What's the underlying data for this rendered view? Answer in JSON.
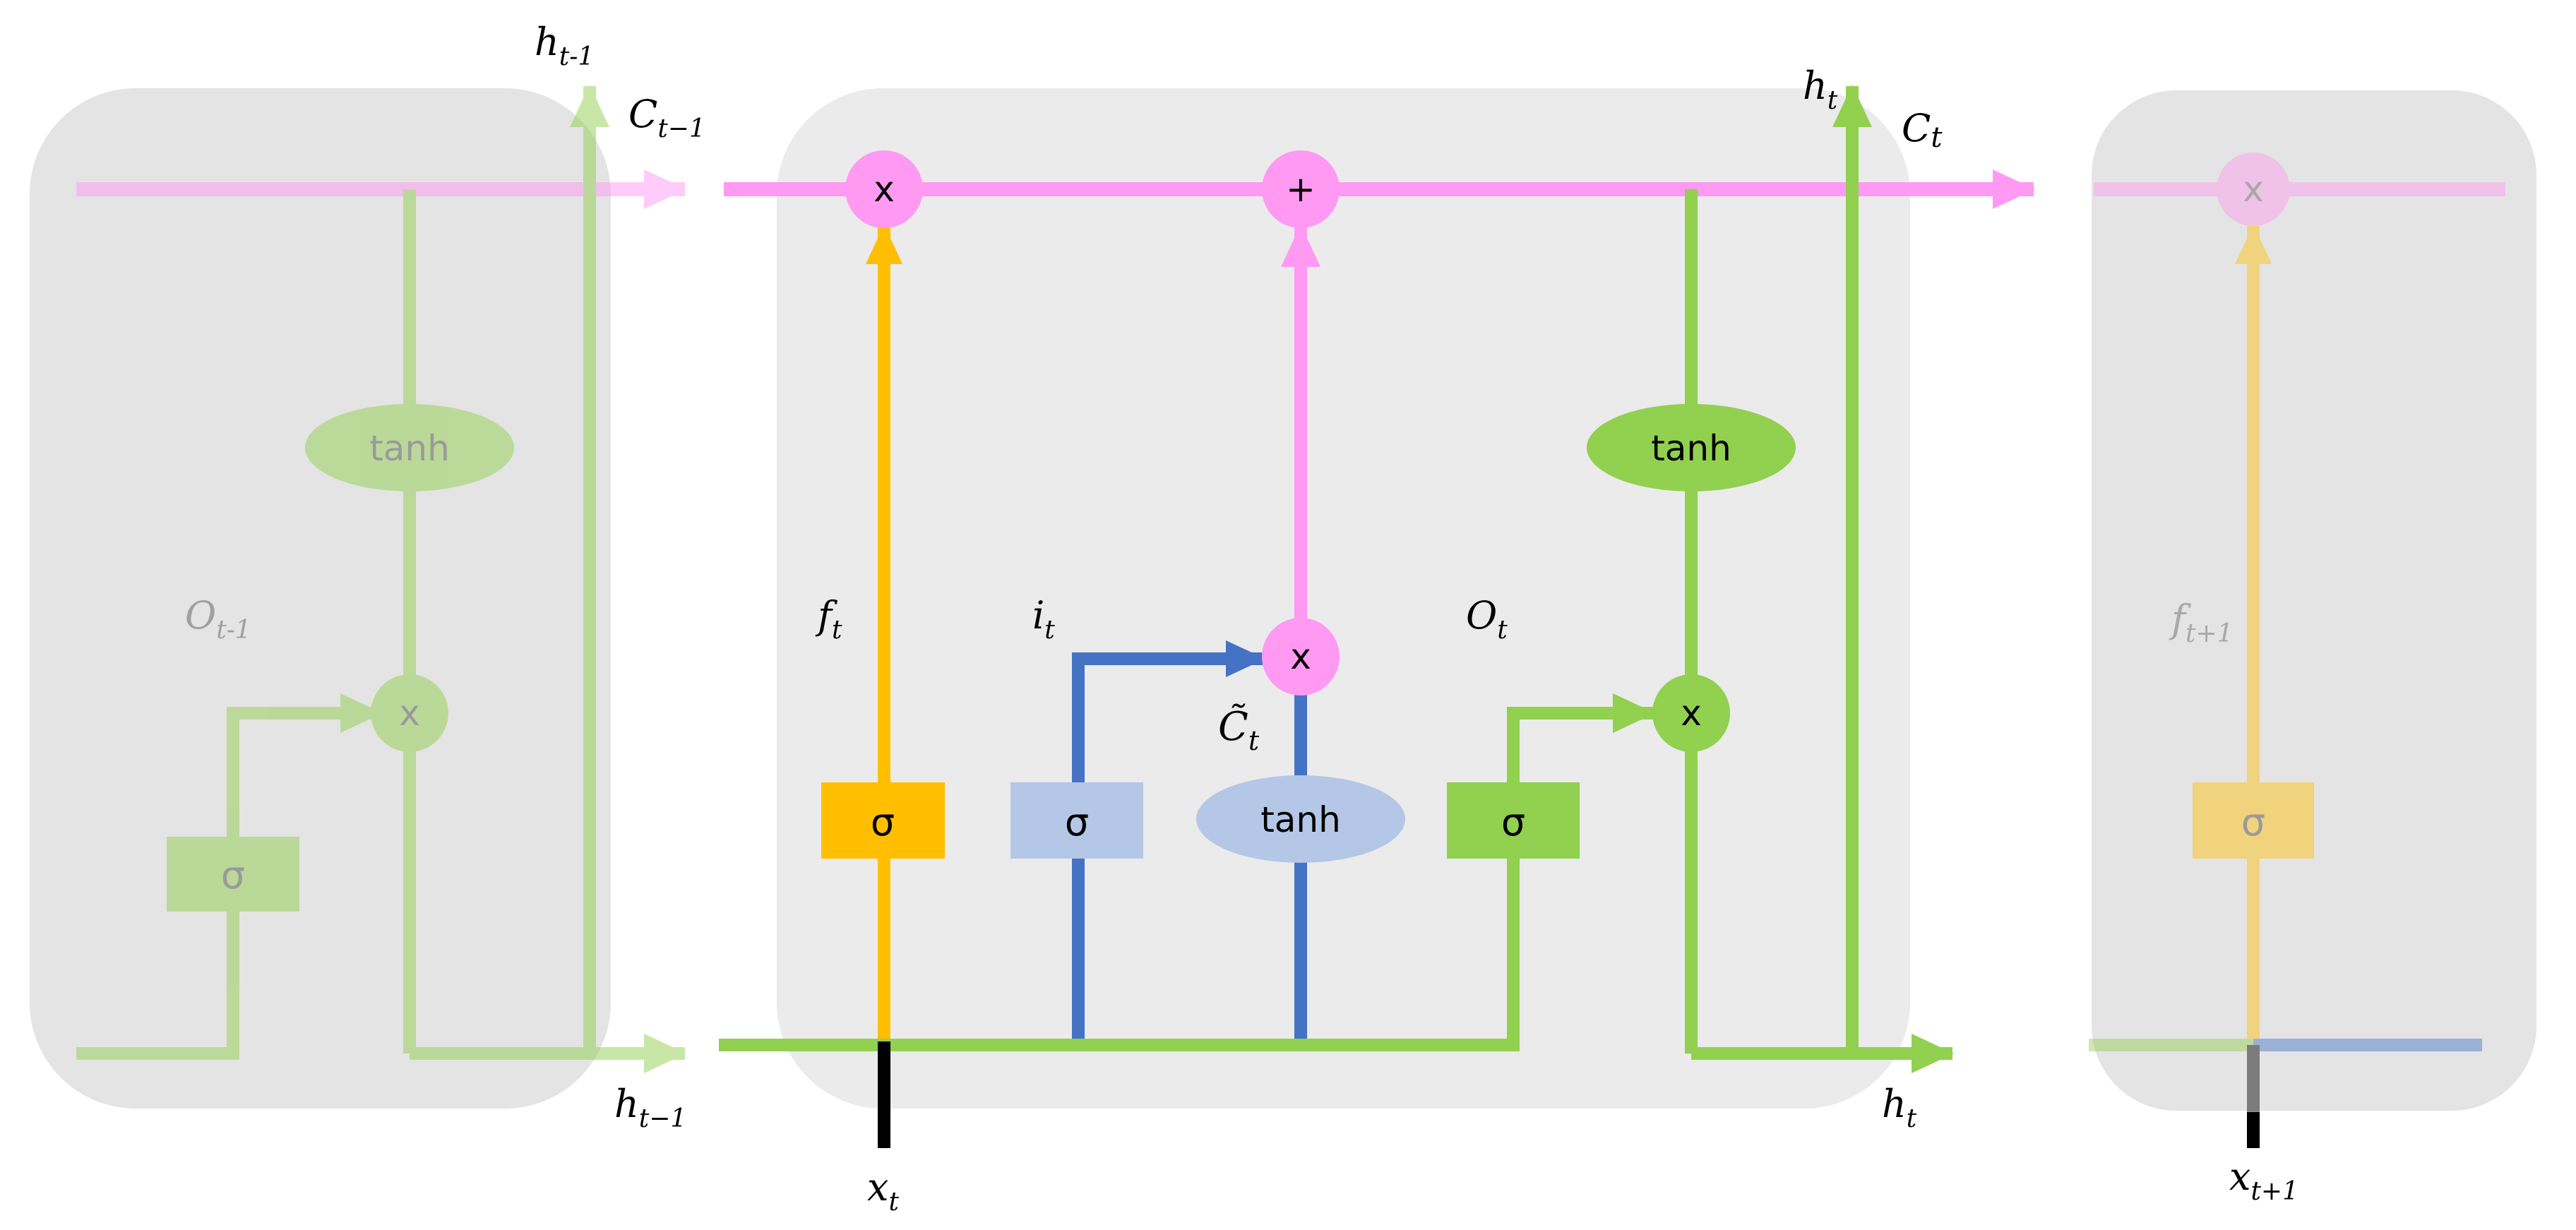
{
  "colors": {
    "pink": "#ff99f2",
    "orange": "#ffbf00",
    "blue": "#4472c4",
    "light_blue": "#b4c7e7",
    "green": "#92d050",
    "cell_bg": "#ebebeb",
    "black": "#000000"
  },
  "labels": {
    "h_prev_top": "h",
    "h_prev_top_sub": "t-1",
    "c_prev": "C",
    "c_prev_sub": "t−1",
    "o_prev": "O",
    "o_prev_sub": "t-1",
    "h_prev_bottom": "h",
    "h_prev_bottom_sub": "t−1",
    "h_t_top": "h",
    "h_t_top_sub": "t",
    "c_t": "C",
    "c_t_sub": "t",
    "f_t": "f",
    "f_t_sub": "t",
    "i_t": "i",
    "i_t_sub": "t",
    "o_t": "O",
    "o_t_sub": "t",
    "c_tilde": "C̃",
    "c_tilde_sub": "t",
    "h_t_bottom": "h",
    "h_t_bottom_sub": "t",
    "x_t": "x",
    "x_t_sub": "t",
    "f_next": "f",
    "f_next_sub": "t+1",
    "x_next": "x",
    "x_next_sub": "t+1"
  },
  "ops": {
    "sigma": "σ",
    "tanh": "tanh",
    "multiply": "x",
    "add": "+"
  }
}
